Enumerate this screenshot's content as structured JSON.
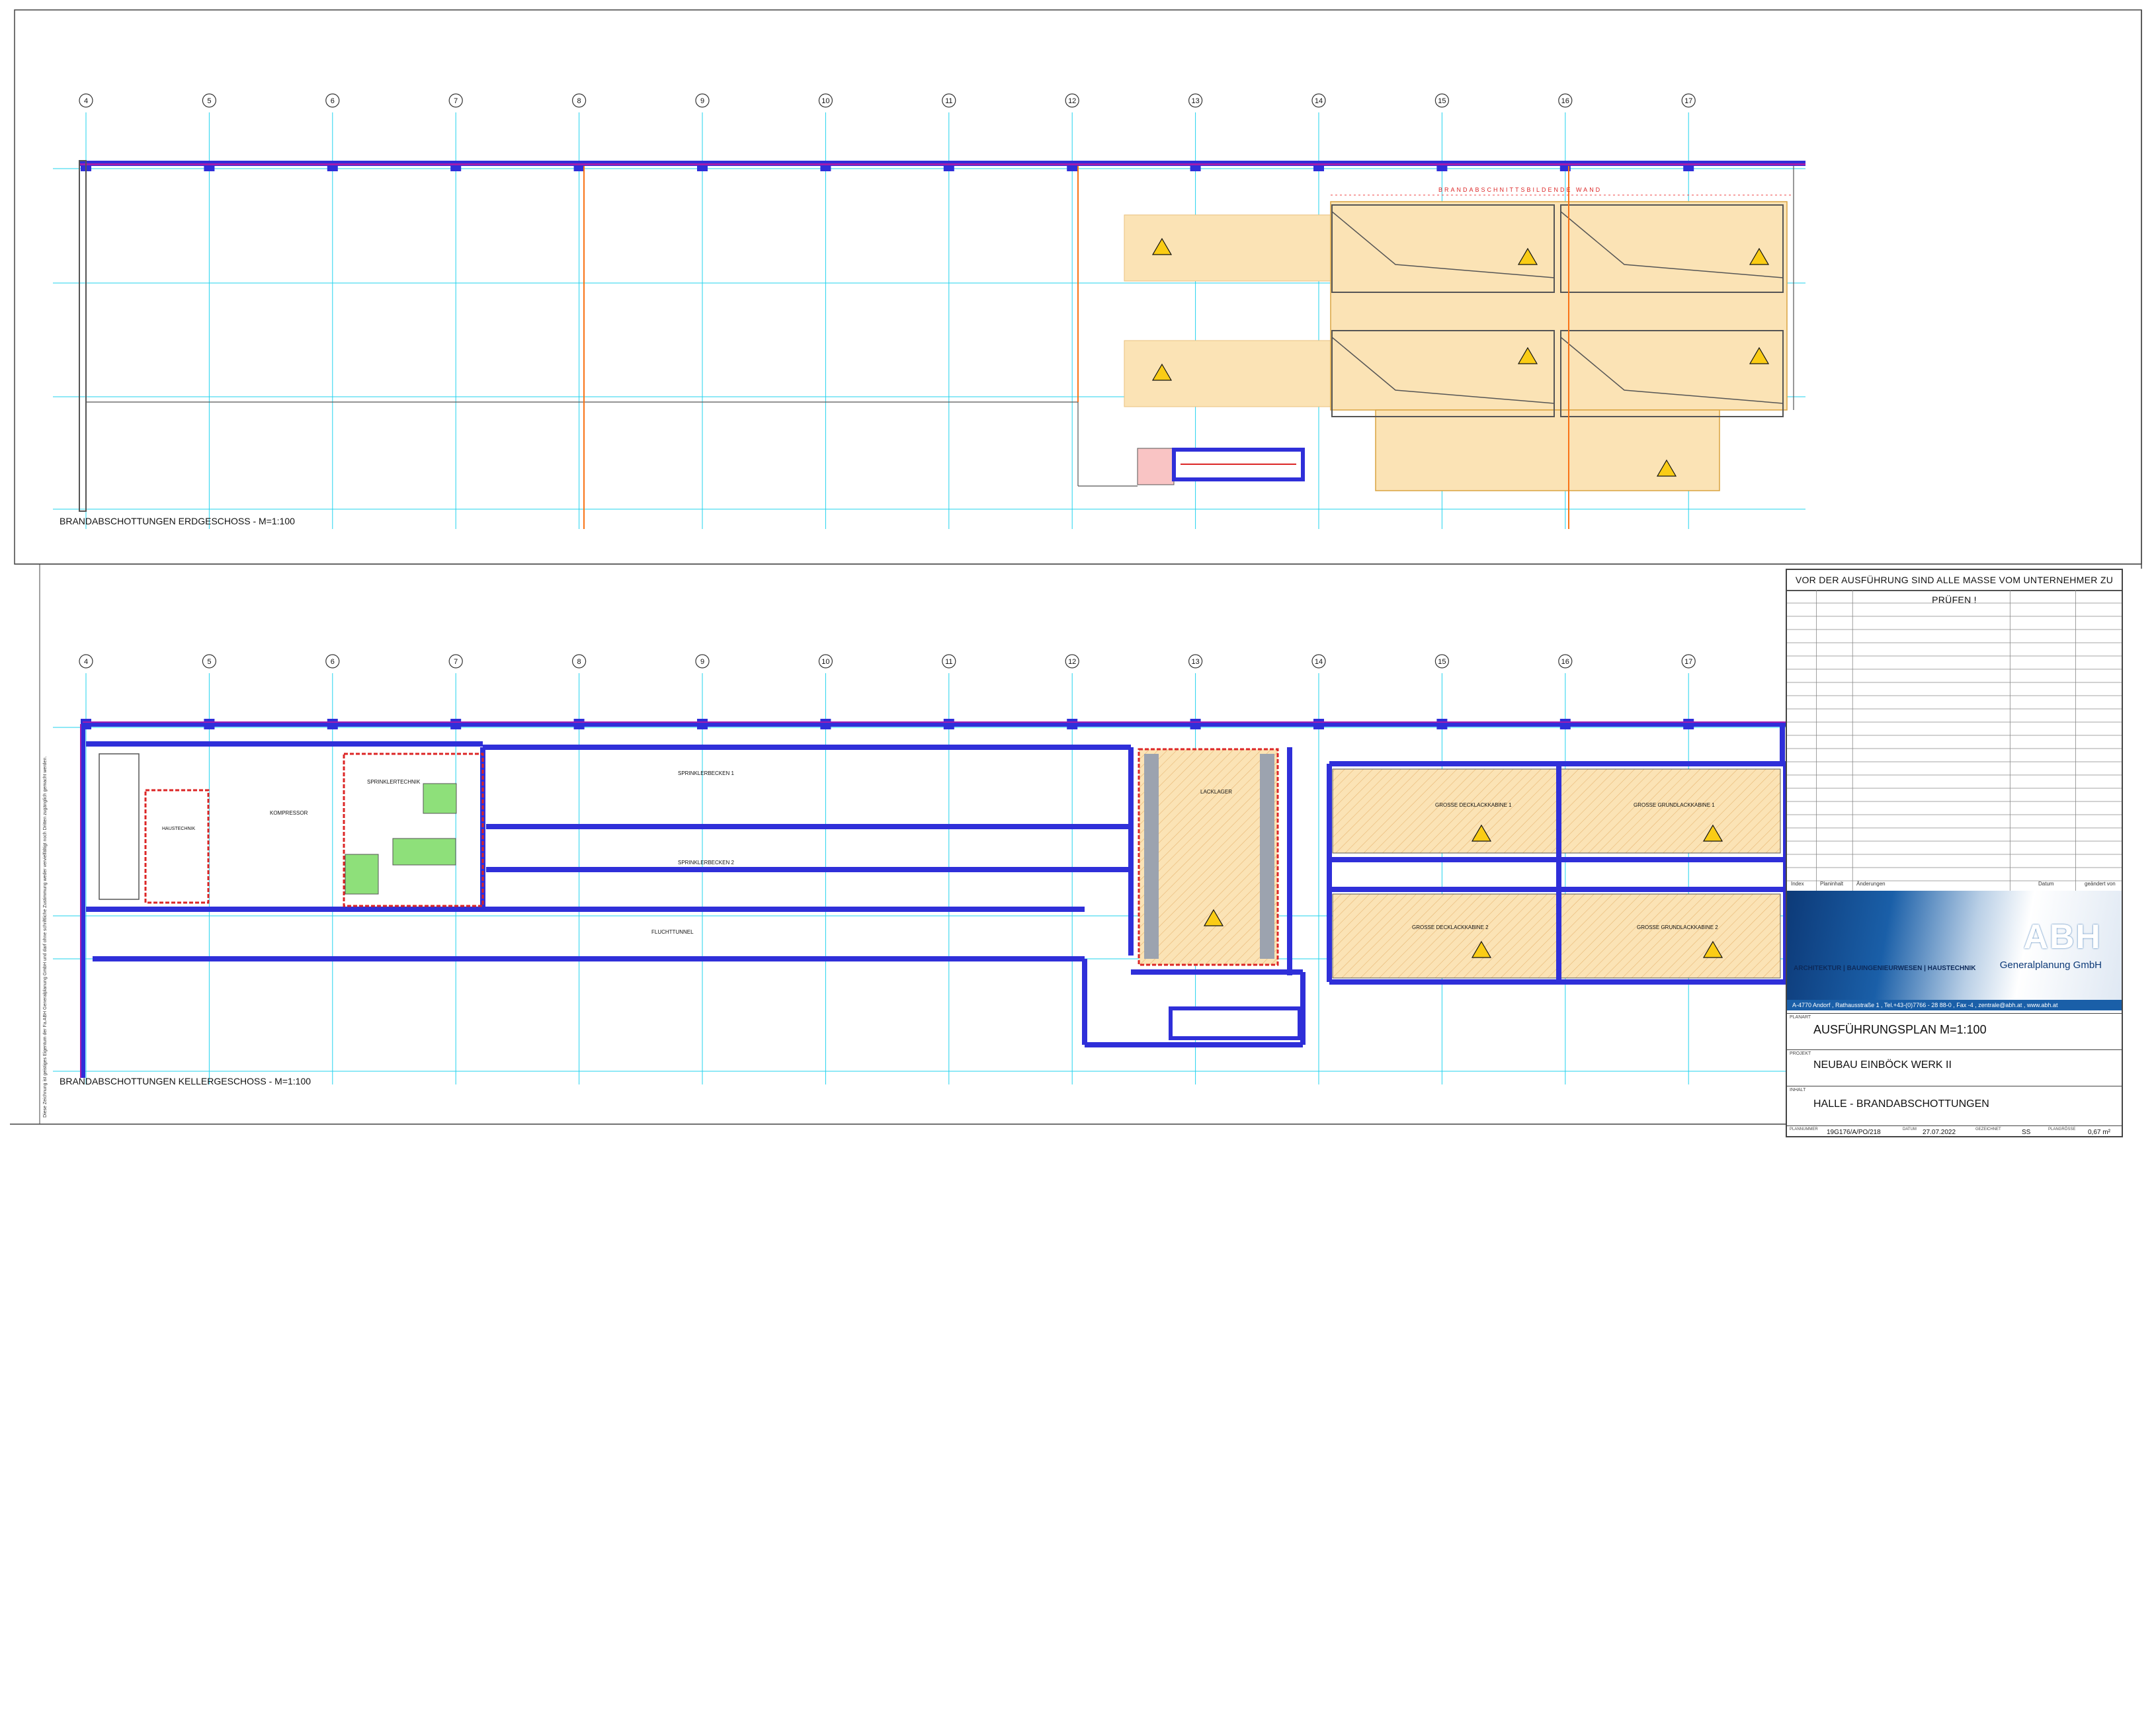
{
  "plan_titles": {
    "upper": "BRANDABSCHOTTUNGEN ERDGESCHOSS - M=1:100",
    "lower": "BRANDABSCHOTTUNGEN KELLERGESCHOSS - M=1:100"
  },
  "axis_labels": [
    "4",
    "5",
    "6",
    "7",
    "8",
    "9",
    "10",
    "11",
    "12",
    "13",
    "14",
    "15",
    "16",
    "17"
  ],
  "fire_wall_label": "BRANDABSCHNITTSBILDENDE WAND",
  "rooms": {
    "lackkabine_1": "GROSSE DECKLACKKABINE 1",
    "lackkabine_2": "GROSSE DECKLACKKABINE 2",
    "grundlack_1": "GROSSE GRUNDLACKKABINE 1",
    "grundlack_2": "GROSSE GRUNDLACKKABINE 2",
    "lacklager": "LACKLAGER",
    "sprinkler_becken_1": "SPRINKLERBECKEN 1",
    "sprinkler_becken_2": "SPRINKLERBECKEN 2",
    "sprinkler_technik": "SPRINKLERTECHNIK",
    "kompressor": "KOMPRESSOR",
    "haustechnik": "HAUSTECHNIK",
    "fluchttunnel": "FLUCHTTUNNEL"
  },
  "side_text": "Diese Zeichnung ist geistiges Eigentum der Fa.ABH Generalplanung GmbH und darf ohne schriftliche Zustimmung weder vervielfältigt noch Dritten zugänglich gemacht werden.",
  "title_block": {
    "header": "VOR DER AUSFÜHRUNG SIND ALLE MASSE VOM UNTERNEHMER ZU PRÜFEN !",
    "rev_cols": [
      "Index",
      "Planinhalt",
      "Änderungen",
      "Datum",
      "geändert von"
    ],
    "logo_mark": "ABH",
    "logo_sub": "Generalplanung GmbH",
    "logo_tagline": "ARCHITEKTUR | BAUINGENIEURWESEN | HAUSTECHNIK",
    "address": "A-4770 Andorf , Rathausstraße 1 , Tel.+43-(0)7766 - 28 88-0 , Fax -4 , zentrale@abh.at , www.abh.at",
    "planart_label": "PLANART",
    "planart": "AUSFÜHRUNGSPLAN M=1:100",
    "projekt_label": "PROJEKT",
    "projekt": "NEUBAU EINBÖCK WERK II",
    "inhalt_label": "INHALT",
    "inhalt": "HALLE - BRANDABSCHOTTUNGEN",
    "plannummer_label": "PLANNUMMER",
    "plannummer": "19G176/A/PO/218",
    "datum_label": "DATUM",
    "datum": "27.07.2022",
    "gezeichnet_label": "GEZEICHNET",
    "gezeichnet": "SS",
    "plangroesse_label": "PLANGRÖSSE",
    "plangroesse": "0,67 m²"
  },
  "colors": {
    "grid": "#22d3ee",
    "wall_blue": "#2f2fd9",
    "wall_purple": "#a21caf",
    "fire_red": "#dc2626",
    "zone_fill": "#fbe3b5",
    "zone_stroke": "#d9a441",
    "green_equipment": "#8ee07a",
    "warning_yellow": "#facc15",
    "brand_blue": "#1a5fa8"
  }
}
